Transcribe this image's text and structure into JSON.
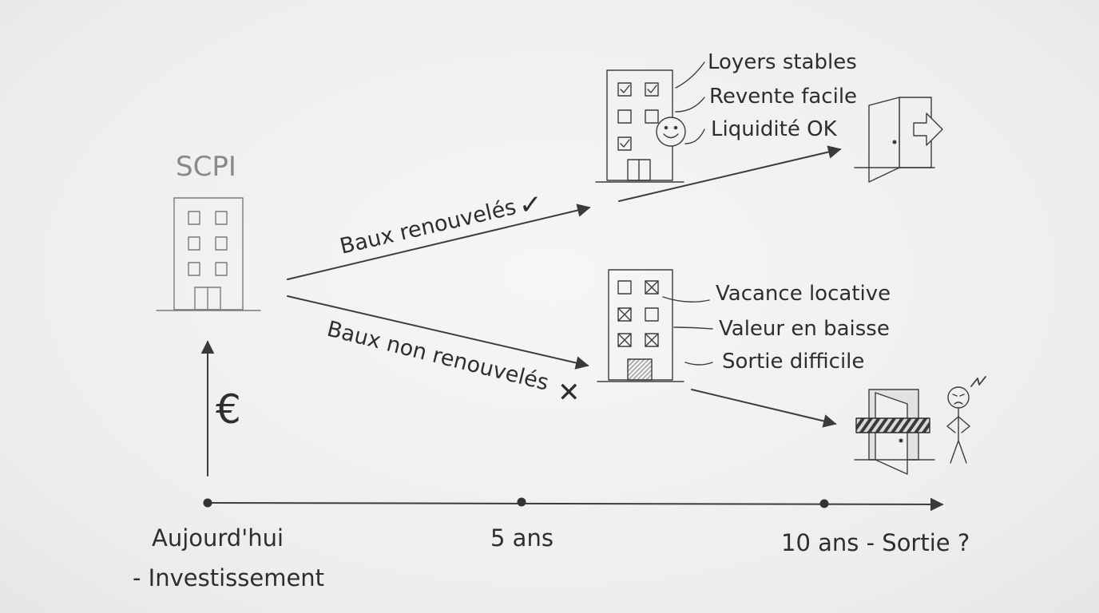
{
  "start_building": {
    "label": "SCPI"
  },
  "investment_symbol": "€",
  "branches": {
    "renewed": {
      "label": "Baux renouvelés",
      "mark": "✓",
      "notes": [
        "Loyers stables",
        "Revente facile",
        "Liquidité OK"
      ],
      "mood_icon": "smiley-face-icon",
      "exit_icon": "open-door-exit-icon"
    },
    "not_renewed": {
      "label": "Baux non renouvelés",
      "mark": "✕",
      "notes": [
        "Vacance locative",
        "Valeur en baisse",
        "Sortie difficile"
      ],
      "exit_icon": "blocked-door-icon",
      "person_icon": "angry-person-icon"
    }
  },
  "timeline": {
    "points": [
      {
        "line1": "Aujourd'hui",
        "line2": "- Investissement"
      },
      {
        "line1": "5 ans",
        "line2": ""
      },
      {
        "line1": "10 ans - Sortie ?",
        "line2": ""
      }
    ]
  }
}
